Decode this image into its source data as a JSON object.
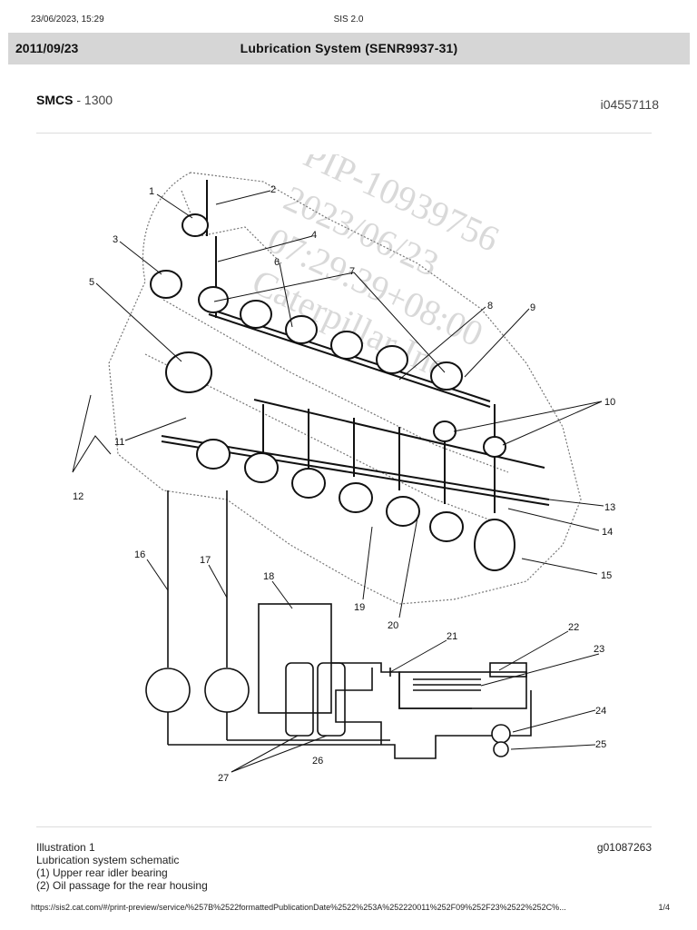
{
  "print_header": {
    "datetime": "23/06/2023, 15:29",
    "app": "SIS 2.0"
  },
  "title_bar": {
    "date": "2011/09/23",
    "title": "Lubrication System (SENR9937-31)"
  },
  "smcs": {
    "label": "SMCS",
    "separator": " - ",
    "code": "1300"
  },
  "doc_id": "i04557118",
  "watermark": [
    "PIP-10939756",
    "2023/06/23",
    "07:29:39+08:00",
    "Caterpillar Inc."
  ],
  "figure_labels": [
    "1",
    "2",
    "3",
    "4",
    "5",
    "6",
    "7",
    "8",
    "9",
    "10",
    "11",
    "12",
    "13",
    "14",
    "15",
    "16",
    "17",
    "18",
    "19",
    "20",
    "21",
    "22",
    "23",
    "24",
    "25",
    "26",
    "27"
  ],
  "caption": {
    "title": "Illustration 1",
    "graphic_id": "g01087263",
    "description": "Lubrication system schematic",
    "items": [
      "(1) Upper rear idler bearing",
      "(2) Oil passage for the rear housing"
    ]
  },
  "footer": {
    "url": "https://sis2.cat.com/#/print-preview/service/%257B%2522formattedPublicationDate%2522%253A%252220011%252F09%252F23%2522%252C%...",
    "page": "1/4"
  }
}
